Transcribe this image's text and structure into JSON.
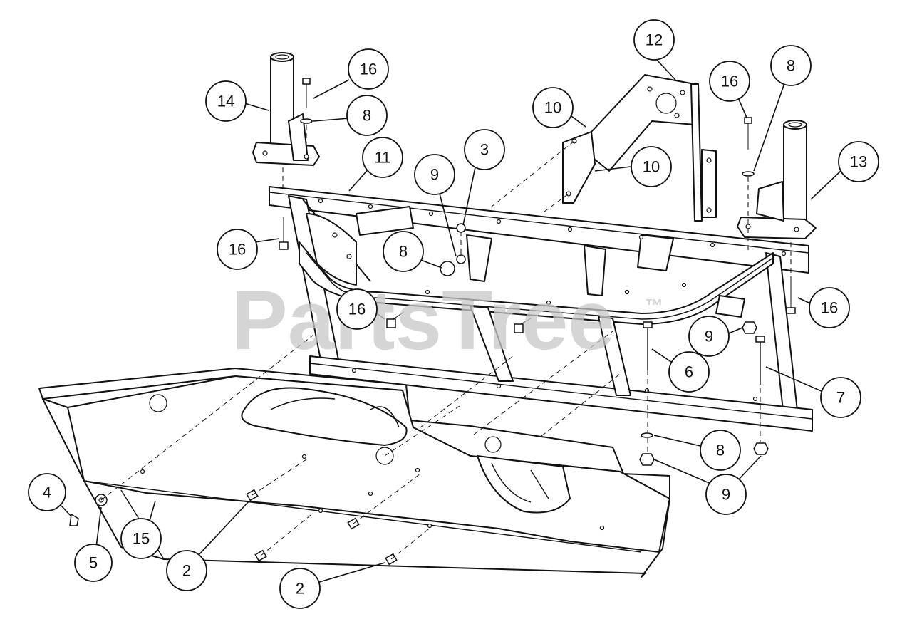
{
  "watermark": {
    "text": "PartsTree",
    "trademark": "™"
  },
  "callouts": [
    {
      "id": "c-16-a",
      "label": "16"
    },
    {
      "id": "c-14",
      "label": "14"
    },
    {
      "id": "c-8-a",
      "label": "8"
    },
    {
      "id": "c-11",
      "label": "11"
    },
    {
      "id": "c-9-a",
      "label": "9"
    },
    {
      "id": "c-3",
      "label": "3"
    },
    {
      "id": "c-8-b",
      "label": "8"
    },
    {
      "id": "c-16-b",
      "label": "16"
    },
    {
      "id": "c-16-c",
      "label": "16"
    },
    {
      "id": "c-10-a",
      "label": "10"
    },
    {
      "id": "c-12",
      "label": "12"
    },
    {
      "id": "c-10-b",
      "label": "10"
    },
    {
      "id": "c-16-d",
      "label": "16"
    },
    {
      "id": "c-8-c",
      "label": "8"
    },
    {
      "id": "c-13",
      "label": "13"
    },
    {
      "id": "c-16-e",
      "label": "16"
    },
    {
      "id": "c-9-b",
      "label": "9"
    },
    {
      "id": "c-6",
      "label": "6"
    },
    {
      "id": "c-7",
      "label": "7"
    },
    {
      "id": "c-8-d",
      "label": "8"
    },
    {
      "id": "c-9-c",
      "label": "9"
    },
    {
      "id": "c-4",
      "label": "4"
    },
    {
      "id": "c-5",
      "label": "5"
    },
    {
      "id": "c-15",
      "label": "15"
    },
    {
      "id": "c-2-a",
      "label": "2"
    },
    {
      "id": "c-2-b",
      "label": "2"
    }
  ]
}
